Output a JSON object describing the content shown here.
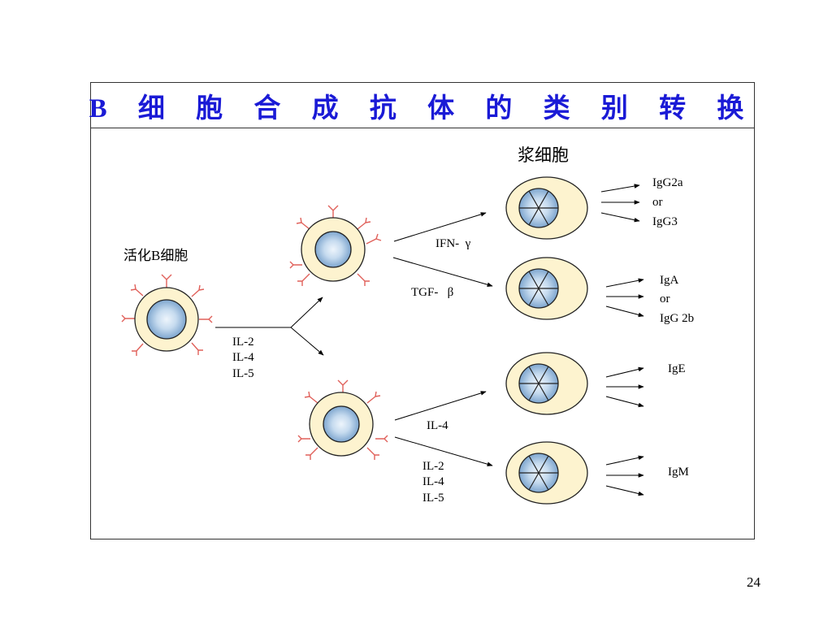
{
  "slide": {
    "title": "B 细 胞 合 成 抗 体 的 类 别 转 换",
    "page_number": "24"
  },
  "diagram": {
    "plasma_cell_label": "浆细胞",
    "activated_b_cell_label": "活化B细胞",
    "activated_cytokines": [
      "IL-2",
      "IL-4",
      "IL-5"
    ],
    "upper_paths": [
      {
        "cytokine": "IFN-  γ",
        "antibodies": [
          "IgG2a",
          "or",
          "IgG3"
        ]
      },
      {
        "cytokine": "TGF-   β",
        "antibodies": [
          "IgA",
          "or",
          "IgG 2b"
        ]
      }
    ],
    "lower_paths": [
      {
        "cytokines": [
          "IL-4"
        ],
        "antibodies": [
          "IgE"
        ]
      },
      {
        "cytokines": [
          "IL-2",
          "IL-4",
          "IL-5"
        ],
        "antibodies": [
          "IgM"
        ]
      }
    ]
  },
  "colors": {
    "title": "#1a1ad6",
    "cell_body": "#fdf3cf",
    "nucleus_light": "#eef5fc",
    "nucleus_dark": "#6f9bc8",
    "receptor": "#e0605a"
  }
}
